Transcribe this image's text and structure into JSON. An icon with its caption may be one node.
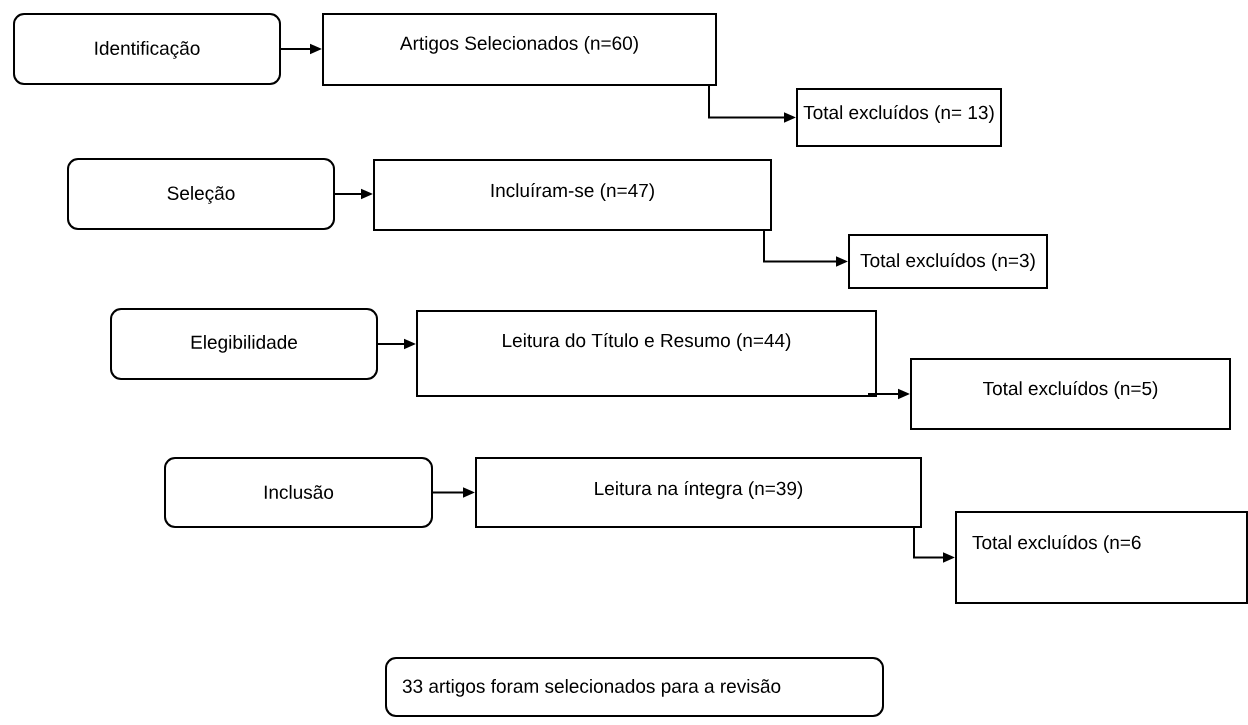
{
  "diagram": {
    "nodes": [
      {
        "text": [
          "Identificação"
        ]
      },
      {
        "text": [
          "Artigos Selecionados (n=60)"
        ]
      },
      {
        "text": [
          "Total excluídos (n= 13)"
        ]
      },
      {
        "text": [
          "Seleção"
        ]
      },
      {
        "text": [
          "Incluíram-se (n=47)"
        ]
      },
      {
        "text": [
          "Total excluídos (n=3)"
        ]
      },
      {
        "text": [
          "Elegibilidade"
        ]
      },
      {
        "text": [
          "Leitura do Título e Resumo (n=44)"
        ]
      },
      {
        "text": [
          "Total excluídos (n=5)"
        ]
      },
      {
        "text": [
          "Inclusão"
        ]
      },
      {
        "text": [
          "Leitura na íntegra (n=39)"
        ]
      },
      {
        "text": [
          "Total excluídos (n=6"
        ]
      },
      {
        "text": [
          "33 artigos foram selecionados para a revisão"
        ]
      }
    ],
    "edges": [
      {
        "from": 0,
        "to": 1,
        "arrow": "to"
      },
      {
        "from": 1,
        "to": 2,
        "arrow": "to"
      },
      {
        "from": 3,
        "to": 4,
        "arrow": "to"
      },
      {
        "from": 4,
        "to": 5,
        "arrow": "to"
      },
      {
        "from": 6,
        "to": 7,
        "arrow": "to"
      },
      {
        "from": 7,
        "to": 8,
        "arrow": "to"
      },
      {
        "from": 9,
        "to": 10,
        "arrow": "to"
      },
      {
        "from": 10,
        "to": 11,
        "arrow": "to"
      }
    ]
  }
}
